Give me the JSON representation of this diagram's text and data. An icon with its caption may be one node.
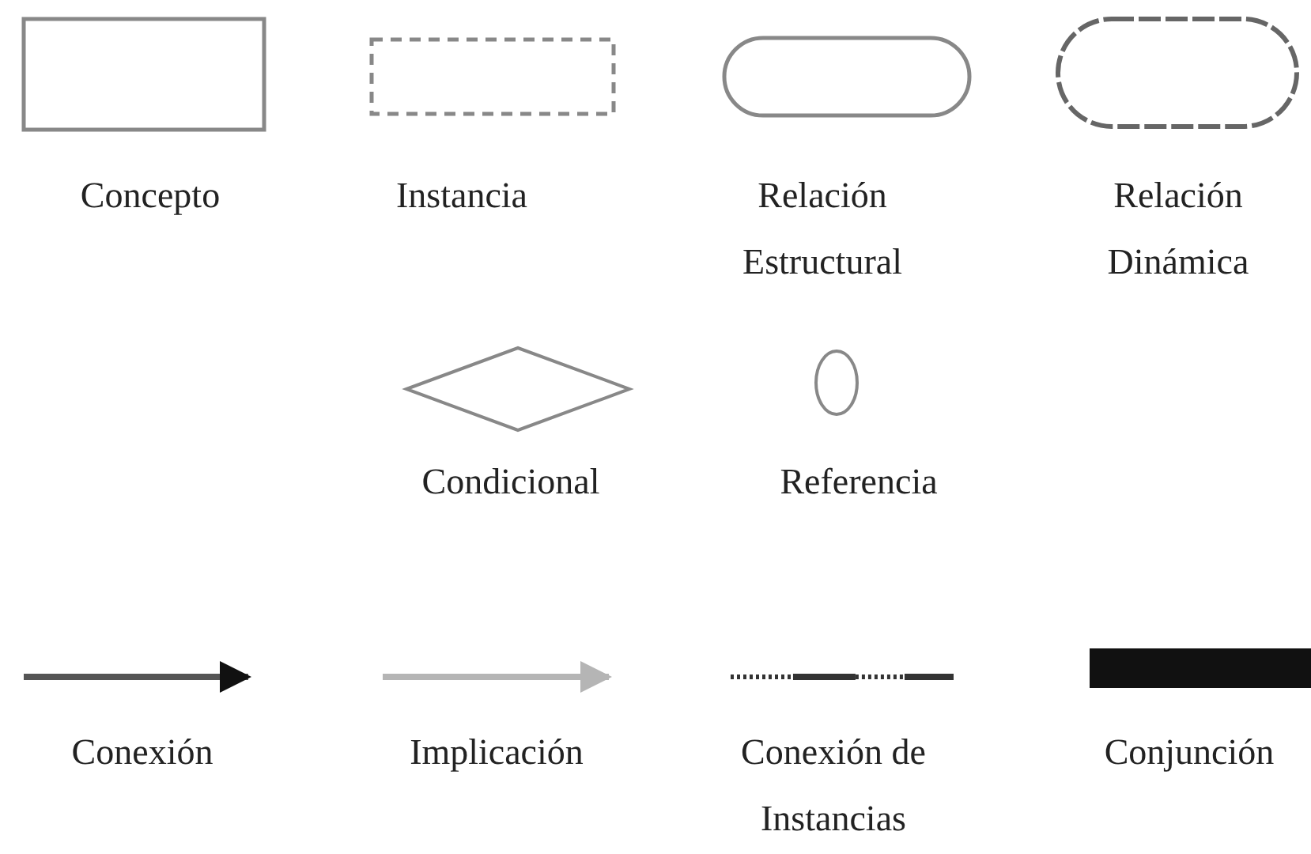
{
  "diagram": {
    "legend": [
      {
        "text": "Concepto"
      },
      {
        "text": "Instancia"
      },
      {
        "text": "Relación Estructural"
      },
      {
        "text": "Relación Dinámica"
      },
      {
        "text": "Condicional"
      },
      {
        "text": "Referencia"
      },
      {
        "text": "Conexión"
      },
      {
        "text": "Implicación"
      },
      {
        "text": "Conexión de Instancias"
      },
      {
        "text": "Conjunción"
      }
    ]
  }
}
